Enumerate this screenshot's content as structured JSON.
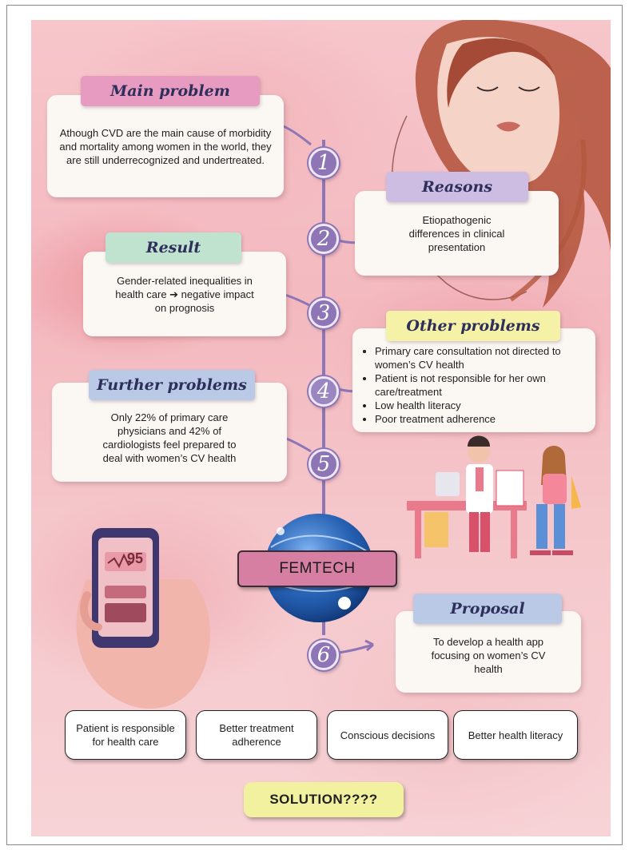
{
  "main_problem": {
    "label": "Main problem",
    "text": "Athough CVD are the main cause of morbidity and mortality among women in the world, they are still underrecognized and undertreated."
  },
  "reasons": {
    "label": "Reasons",
    "text": "Etiopathogenic differences in clinical presentation"
  },
  "result": {
    "label": "Result",
    "text": "Gender-related inequalities in health care ➔ negative impact on prognosis"
  },
  "other_problems": {
    "label": "Other problems",
    "items": [
      "Primary care consultation not directed to women’s CV health",
      "Patient is not responsible for her own care/treatment",
      "Low health literacy",
      "Poor treatment adherence"
    ]
  },
  "further_problems": {
    "label": "Further problems",
    "text": "Only 22% of primary care physicians and 42% of cardiologists feel prepared to deal with women’s CV health"
  },
  "femtech": {
    "label": "FEMTECH"
  },
  "proposal": {
    "label": "Proposal",
    "text": "To develop a health app focusing on women’s CV health"
  },
  "phone": {
    "reading": "95"
  },
  "steps": [
    "1",
    "2",
    "3",
    "4",
    "5",
    "6"
  ],
  "outcomes": [
    "Patient is responsible for health care",
    "Better treatment adherence",
    "Conscious decisions",
    "Better health literacy"
  ],
  "solution": {
    "label": "SOLUTION????"
  },
  "colors": {
    "label_pink": "#e89bc0",
    "label_lavender": "#cdbde3",
    "label_mint": "#bfe3cf",
    "label_yellow": "#f5f2a8",
    "label_blue": "#b9c9e6",
    "timeline_purple": "#8e76b6"
  }
}
